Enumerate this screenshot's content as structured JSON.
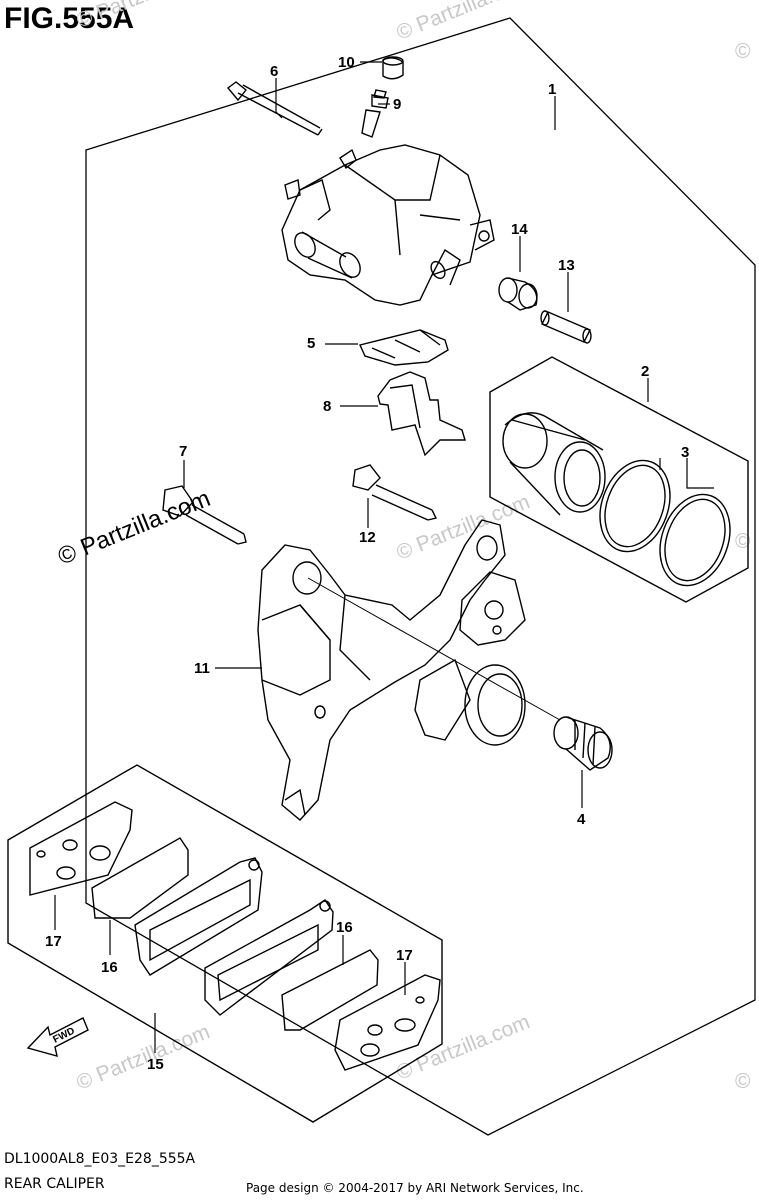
{
  "figure": {
    "title": "FIG.555A",
    "code": "DL1000AL8_E03_E28_555A",
    "subtitle": "REAR CALIPER",
    "credit": "Page design © 2004-2017 by ARI Network Services, Inc."
  },
  "watermark": {
    "text": "© Partzilla.com",
    "prominent": "© Partzilla.com",
    "copyright_mark": "©"
  },
  "fwd_label": "FWD",
  "callouts": {
    "c1": "1",
    "c2": "2",
    "c3": "3",
    "c4": "4",
    "c5": "5",
    "c6": "6",
    "c7": "7",
    "c8": "8",
    "c9": "9",
    "c10": "10",
    "c11": "11",
    "c12": "12",
    "c13": "13",
    "c14": "14",
    "c15": "15",
    "c16a": "16",
    "c16b": "16",
    "c17a": "17",
    "c17b": "17"
  }
}
